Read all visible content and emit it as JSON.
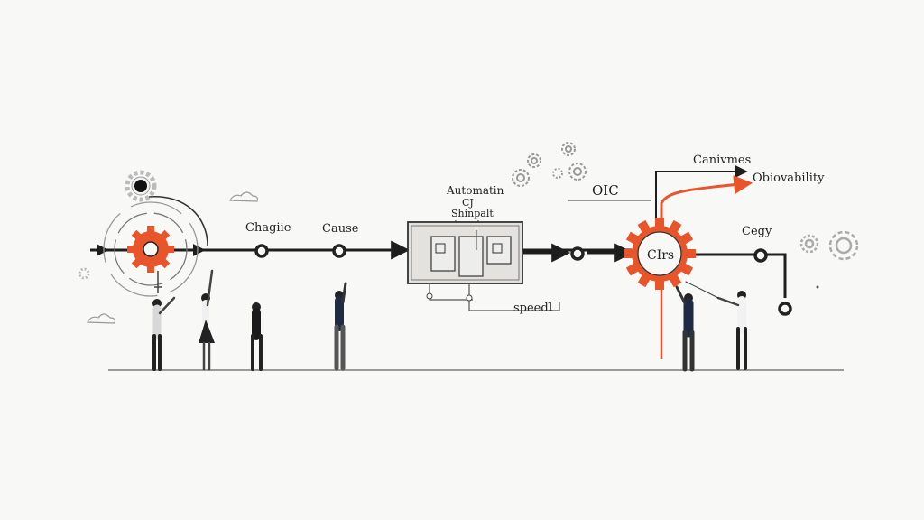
{
  "labels": {
    "change": "Chagiie",
    "cause": "Cause",
    "automation": "Automatin",
    "automation_line2": "CJ",
    "automation_line3": "Shinpalt",
    "orc": "OIC",
    "canvas": "Canivmes",
    "observability": "Obiovability",
    "gear_label": "CIrs",
    "cog": "Cegy",
    "speed": "speed",
    "speed_value": "1"
  },
  "colors": {
    "accent": "#e8552b",
    "ink": "#1e1e1e",
    "paper": "#f8f8f6",
    "box_fill": "#e4e2de",
    "shirt_navy": "#1f2a44",
    "shirt_white": "#f2f2f2"
  },
  "icons": {
    "gears": "gear-icon",
    "clouds": "cloud-icon",
    "nodes": "node-circle-icon",
    "arrows": "arrowhead-icon"
  }
}
